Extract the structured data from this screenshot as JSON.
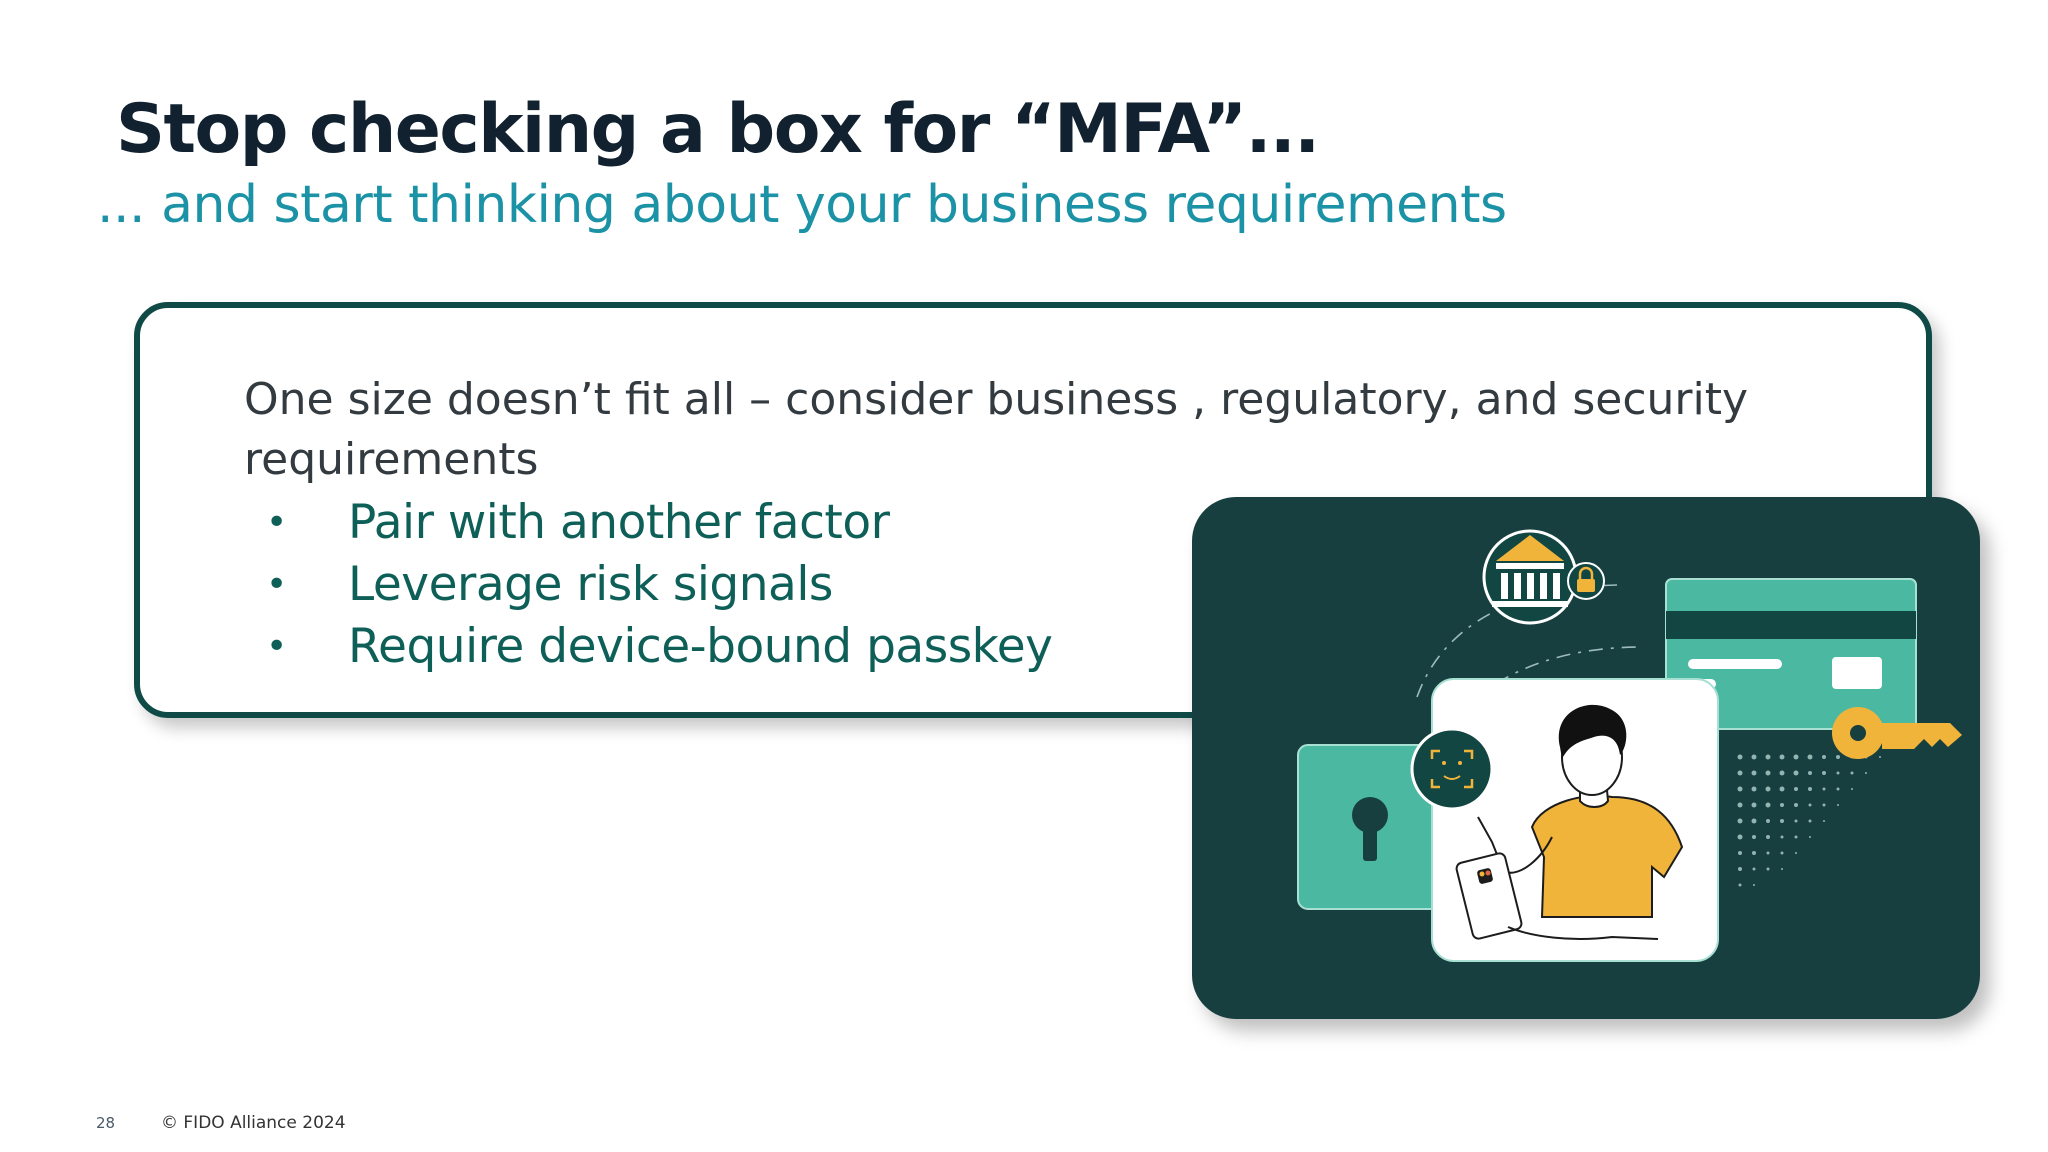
{
  "slide": {
    "title": "Stop checking a box for “MFA”...",
    "subtitle": "... and start thinking about your business requirements"
  },
  "card": {
    "lead": "One size doesn’t fit all – consider business , regulatory, and security requirements",
    "bullet_symbol": "•",
    "bullets": [
      "Pair with another factor",
      "Leverage risk signals",
      "Require device-bound passkey"
    ]
  },
  "illustration": {
    "icons": [
      "bank-icon",
      "padlock-icon",
      "credit-card-icon",
      "key-icon",
      "keyhole-icon",
      "face-id-icon",
      "person-with-phone-icon"
    ],
    "colors": {
      "background": "#173f3f",
      "teal": "#4bb8a2",
      "dark_teal": "#124643",
      "yellow": "#f1b43b"
    }
  },
  "footer": {
    "page_number": "28",
    "copyright": "© FIDO Alliance 2024"
  }
}
